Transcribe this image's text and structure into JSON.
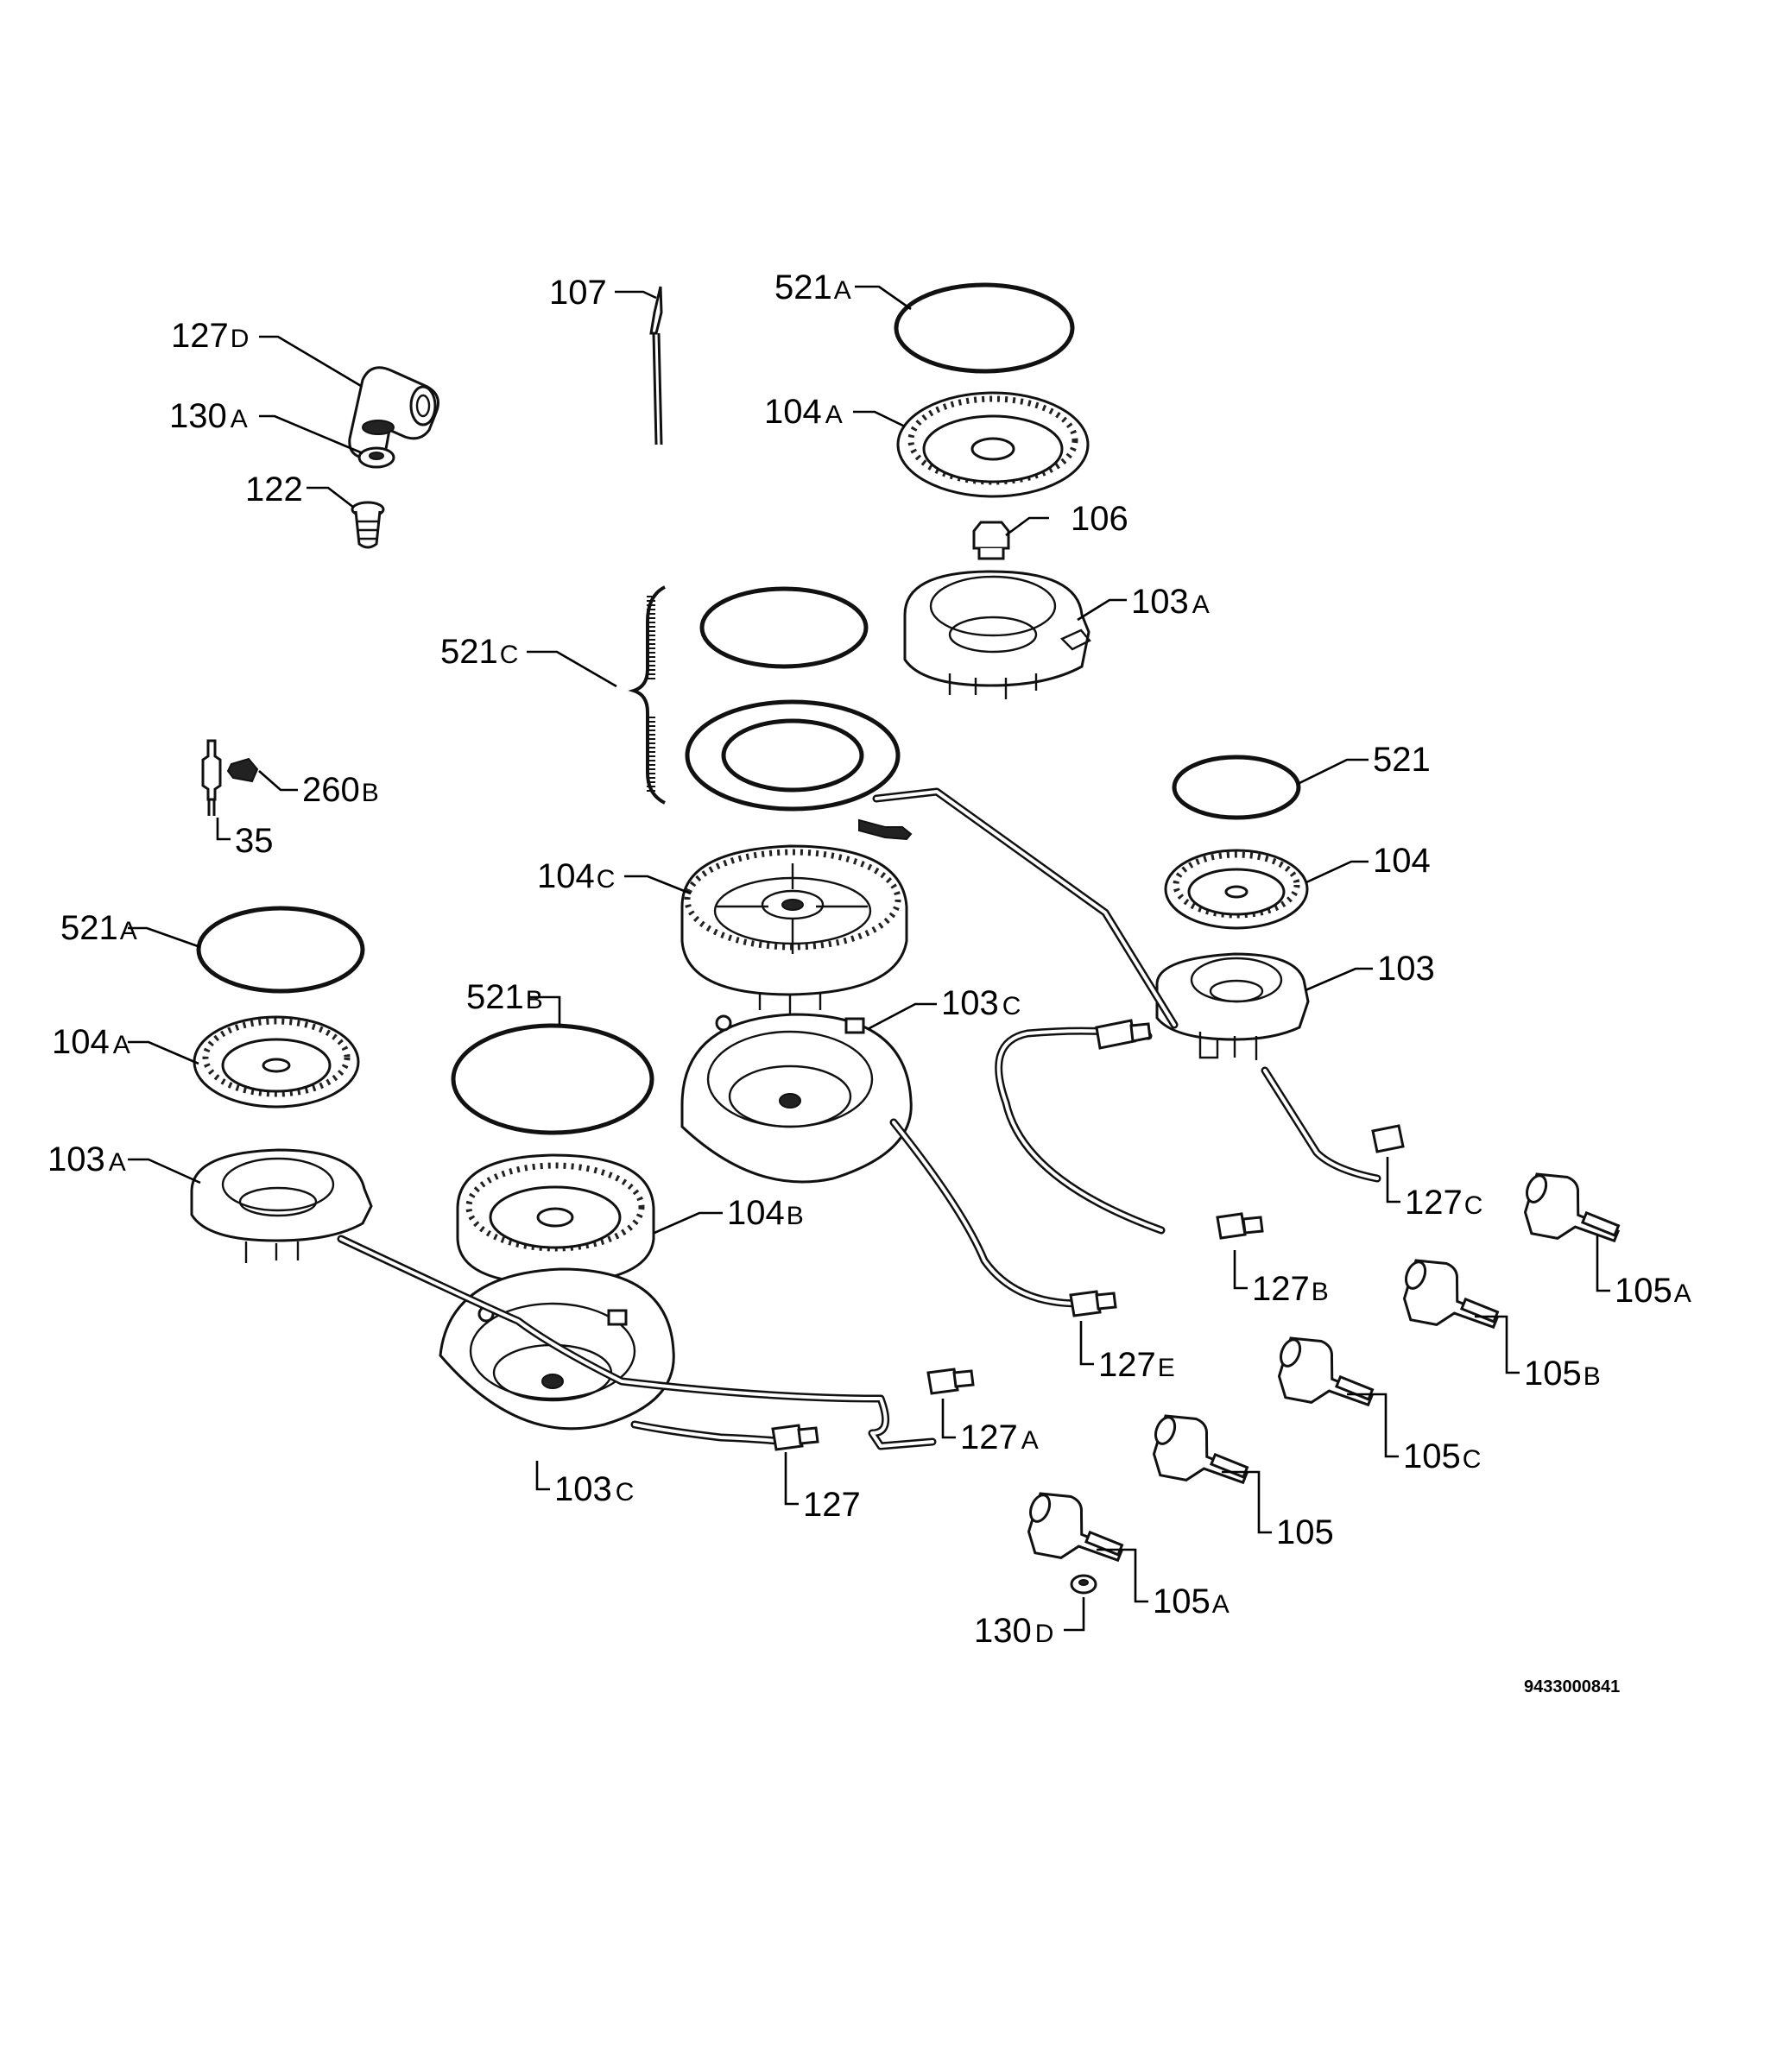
{
  "diagram": {
    "document_number": "9433000841",
    "labels": [
      {
        "id": "l127d",
        "num": "127",
        "suffix": "D"
      },
      {
        "id": "l130a",
        "num": "130",
        "suffix": "A"
      },
      {
        "id": "l122",
        "num": "122",
        "suffix": ""
      },
      {
        "id": "l107",
        "num": "107",
        "suffix": ""
      },
      {
        "id": "l521a1",
        "num": "521",
        "suffix": "A"
      },
      {
        "id": "l104a1",
        "num": "104",
        "suffix": "A"
      },
      {
        "id": "l106",
        "num": "106",
        "suffix": ""
      },
      {
        "id": "l103a1",
        "num": "103",
        "suffix": "A"
      },
      {
        "id": "l521c",
        "num": "521",
        "suffix": "C"
      },
      {
        "id": "l260b",
        "num": "260",
        "suffix": "B"
      },
      {
        "id": "l35",
        "num": "35",
        "suffix": ""
      },
      {
        "id": "l521",
        "num": "521",
        "suffix": ""
      },
      {
        "id": "l104",
        "num": "104",
        "suffix": ""
      },
      {
        "id": "l104c",
        "num": "104",
        "suffix": "C"
      },
      {
        "id": "l103",
        "num": "103",
        "suffix": ""
      },
      {
        "id": "l521a2",
        "num": "521",
        "suffix": "A"
      },
      {
        "id": "l521b",
        "num": "521",
        "suffix": "B"
      },
      {
        "id": "l103c1",
        "num": "103",
        "suffix": "C"
      },
      {
        "id": "l104a2",
        "num": "104",
        "suffix": "A"
      },
      {
        "id": "l103a2",
        "num": "103",
        "suffix": "A"
      },
      {
        "id": "l104b",
        "num": "104",
        "suffix": "B"
      },
      {
        "id": "l127c",
        "num": "127",
        "suffix": "C"
      },
      {
        "id": "l127b",
        "num": "127",
        "suffix": "B"
      },
      {
        "id": "l105a1",
        "num": "105",
        "suffix": "A"
      },
      {
        "id": "l127e",
        "num": "127",
        "suffix": "E"
      },
      {
        "id": "l105b",
        "num": "105",
        "suffix": "B"
      },
      {
        "id": "l127a",
        "num": "127",
        "suffix": "A"
      },
      {
        "id": "l105c",
        "num": "105",
        "suffix": "C"
      },
      {
        "id": "l103c2",
        "num": "103",
        "suffix": "C"
      },
      {
        "id": "l127",
        "num": "127",
        "suffix": ""
      },
      {
        "id": "l105",
        "num": "105",
        "suffix": ""
      },
      {
        "id": "l105a2",
        "num": "105",
        "suffix": "A"
      },
      {
        "id": "l130d",
        "num": "130",
        "suffix": "D"
      }
    ]
  }
}
